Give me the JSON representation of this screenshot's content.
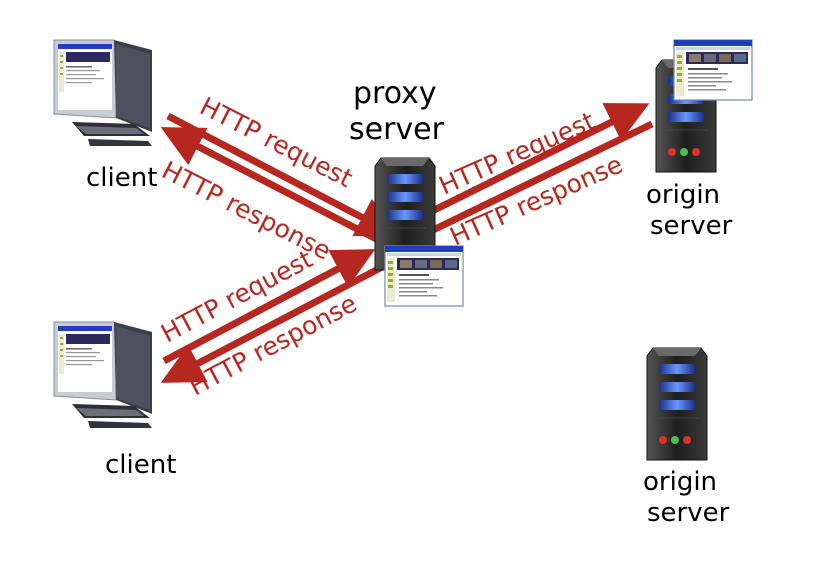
{
  "labels": {
    "client_top": "client",
    "client_bottom": "client",
    "proxy_line1": "proxy",
    "proxy_line2": "server",
    "origin_top_line1": "origin",
    "origin_top_line2": "server",
    "origin_bottom_line1": "origin",
    "origin_bottom_line2": "server"
  },
  "arrows": {
    "client_top_request": "HTTP request",
    "client_top_response": "HTTP response",
    "origin_request": "HTTP request",
    "origin_response": "HTTP response",
    "client_bottom_request": "HTTP request",
    "client_bottom_response": "HTTP response"
  },
  "colors": {
    "arrow": "#b5271f",
    "server_body": "#2a2a2a",
    "server_light": "#3c6fe0",
    "led_red": "#e0312b",
    "led_green": "#4cc04c"
  },
  "icons": {
    "client": "desktop-computer-icon",
    "server": "tower-server-icon",
    "webpage": "browser-window-icon"
  }
}
